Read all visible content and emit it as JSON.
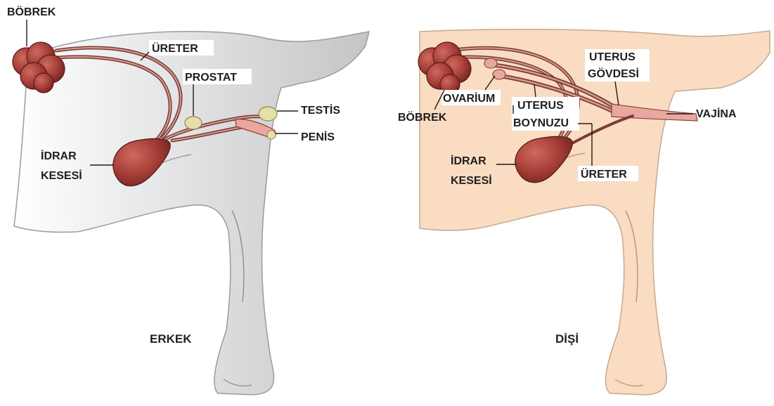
{
  "colors": {
    "male_body": "#c9cacc",
    "female_body": "#f9dcc2",
    "organ_dark": "#8e2f2a",
    "organ_light": "#c0554b",
    "tube": "#b8706a",
    "gland": "#e6dfa8"
  },
  "male": {
    "caption": "ERKEK",
    "labels": {
      "kidney": "BÖBREK",
      "ureter": "ÜRETER",
      "prostate": "PROSTAT",
      "testis": "TESTİS",
      "penis": "PENİS",
      "bladder_line1": "İDRAR",
      "bladder_line2": "KESESİ"
    }
  },
  "female": {
    "caption": "DİŞİ",
    "labels": {
      "uterus_body_line1": "UTERUS",
      "uterus_body_line2": "GÖVDESİ",
      "ovary": "OVARİUM",
      "uterus_horn_line1": "UTERUS",
      "uterus_horn_line2": "BOYNUZU",
      "kidney": "BÖBREK",
      "vagina": "VAJİNA",
      "bladder_line1": "İDRAR",
      "bladder_line2": "KESESİ",
      "ureter": "ÜRETER"
    }
  }
}
